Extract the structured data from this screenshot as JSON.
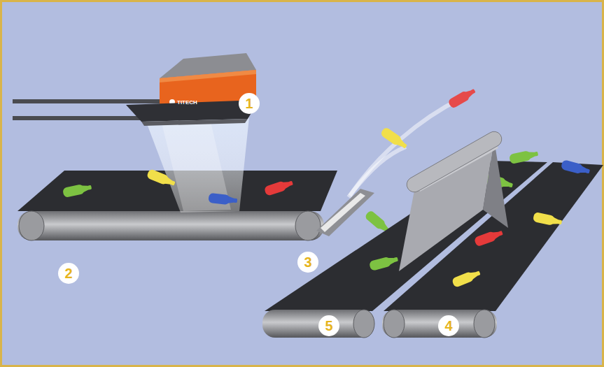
{
  "diagram": {
    "labels": [
      "TITECH",
      "1",
      "2",
      "3",
      "5",
      "4"
    ]
  }
}
